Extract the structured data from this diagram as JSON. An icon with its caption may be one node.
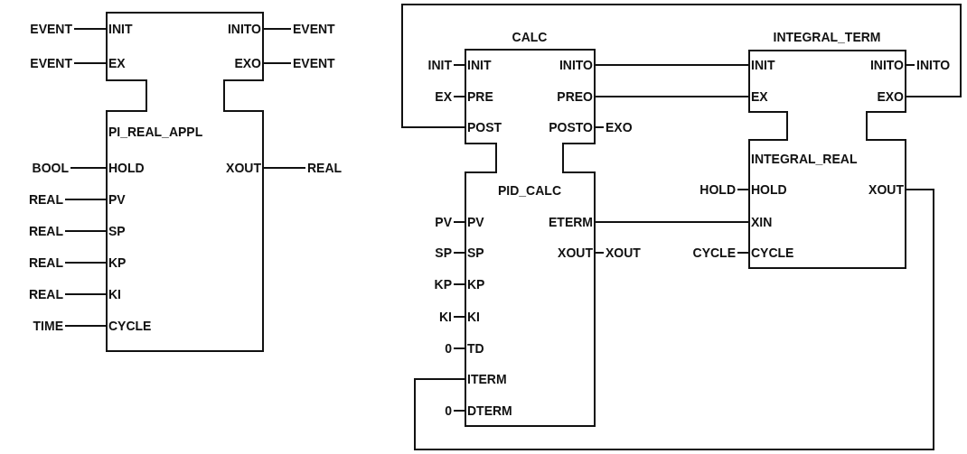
{
  "diagram": {
    "nodes": [
      {
        "text": [
          "PI_REAL_APPL"
        ]
      },
      {
        "text": [
          "INIT"
        ],
        "in": 0
      },
      {
        "text": [
          "INITO"
        ],
        "in": 0
      },
      {
        "text": [
          "EX"
        ],
        "in": 0
      },
      {
        "text": [
          "EXO"
        ],
        "in": 0
      },
      {
        "text": [
          "HOLD"
        ],
        "in": 0
      },
      {
        "text": [
          "XOUT"
        ],
        "in": 0
      },
      {
        "text": [
          "PV"
        ],
        "in": 0
      },
      {
        "text": [
          "SP"
        ],
        "in": 0
      },
      {
        "text": [
          "KP"
        ],
        "in": 0
      },
      {
        "text": [
          "KI"
        ],
        "in": 0
      },
      {
        "text": [
          "CYCLE"
        ],
        "in": 0
      },
      {
        "text": [
          "EVENT"
        ]
      },
      {
        "text": [
          "EVENT"
        ]
      },
      {
        "text": [
          "EVENT"
        ]
      },
      {
        "text": [
          "EVENT"
        ]
      },
      {
        "text": [
          "BOOL"
        ]
      },
      {
        "text": [
          "REAL"
        ]
      },
      {
        "text": [
          "REAL"
        ]
      },
      {
        "text": [
          "REAL"
        ]
      },
      {
        "text": [
          "REAL"
        ]
      },
      {
        "text": [
          "REAL"
        ]
      },
      {
        "text": [
          "TIME"
        ]
      },
      {
        "text": [
          "PID_CALC"
        ],
        "beside": [
          "CALC"
        ]
      },
      {
        "text": [
          "INIT"
        ],
        "in": 23
      },
      {
        "text": [
          "INITO"
        ],
        "in": 23
      },
      {
        "text": [
          "PRE"
        ],
        "in": 23
      },
      {
        "text": [
          "PREO"
        ],
        "in": 23
      },
      {
        "text": [
          "POST"
        ],
        "in": 23
      },
      {
        "text": [
          "POSTO"
        ],
        "in": 23
      },
      {
        "text": [
          "PV"
        ],
        "in": 23
      },
      {
        "text": [
          "ETERM"
        ],
        "in": 23
      },
      {
        "text": [
          "SP"
        ],
        "in": 23
      },
      {
        "text": [
          "XOUT"
        ],
        "in": 23
      },
      {
        "text": [
          "KP"
        ],
        "in": 23
      },
      {
        "text": [
          "KI"
        ],
        "in": 23
      },
      {
        "text": [
          "TD"
        ],
        "in": 23
      },
      {
        "text": [
          "ITERM"
        ],
        "in": 23
      },
      {
        "text": [
          "DTERM"
        ],
        "in": 23
      },
      {
        "text": [
          "INIT"
        ]
      },
      {
        "text": [
          "EX"
        ]
      },
      {
        "text": [
          "EXO"
        ]
      },
      {
        "text": [
          "PV"
        ]
      },
      {
        "text": [
          "SP"
        ]
      },
      {
        "text": [
          "XOUT"
        ]
      },
      {
        "text": [
          "KP"
        ]
      },
      {
        "text": [
          "KI"
        ]
      },
      {
        "text": [
          "0"
        ]
      },
      {
        "text": [
          "0"
        ]
      },
      {
        "text": [
          "INTEGRAL_REAL"
        ],
        "beside": [
          "INTEGRAL_TERM"
        ]
      },
      {
        "text": [
          "INIT"
        ],
        "in": 49
      },
      {
        "text": [
          "INITO"
        ],
        "in": 49
      },
      {
        "text": [
          "EX"
        ],
        "in": 49
      },
      {
        "text": [
          "EXO"
        ],
        "in": 49
      },
      {
        "text": [
          "HOLD"
        ],
        "in": 49
      },
      {
        "text": [
          "XOUT"
        ],
        "in": 49
      },
      {
        "text": [
          "XIN"
        ],
        "in": 49
      },
      {
        "text": [
          "CYCLE"
        ],
        "in": 49
      },
      {
        "text": [
          "INITO"
        ]
      },
      {
        "text": [
          "HOLD"
        ]
      },
      {
        "text": [
          "CYCLE"
        ]
      }
    ],
    "edges": [
      {
        "from": 12,
        "to": 1,
        "arrow": "none"
      },
      {
        "from": 2,
        "to": 13,
        "arrow": "none"
      },
      {
        "from": 14,
        "to": 3,
        "arrow": "none"
      },
      {
        "from": 4,
        "to": 15,
        "arrow": "none"
      },
      {
        "from": 16,
        "to": 5,
        "arrow": "none"
      },
      {
        "from": 6,
        "to": 17,
        "arrow": "none"
      },
      {
        "from": 18,
        "to": 7,
        "arrow": "none"
      },
      {
        "from": 19,
        "to": 8,
        "arrow": "none"
      },
      {
        "from": 20,
        "to": 9,
        "arrow": "none"
      },
      {
        "from": 21,
        "to": 10,
        "arrow": "none"
      },
      {
        "from": 22,
        "to": 11,
        "arrow": "none"
      },
      {
        "from": 39,
        "to": 24,
        "arrow": "none"
      },
      {
        "from": 40,
        "to": 26,
        "arrow": "none"
      },
      {
        "from": 29,
        "to": 41,
        "arrow": "none"
      },
      {
        "from": 42,
        "to": 30,
        "arrow": "none"
      },
      {
        "from": 43,
        "to": 32,
        "arrow": "none"
      },
      {
        "from": 33,
        "to": 44,
        "arrow": "none"
      },
      {
        "from": 45,
        "to": 34,
        "arrow": "none"
      },
      {
        "from": 46,
        "to": 35,
        "arrow": "none"
      },
      {
        "from": 47,
        "to": 36,
        "arrow": "none"
      },
      {
        "from": 48,
        "to": 38,
        "arrow": "none"
      },
      {
        "from": 25,
        "to": 50,
        "arrow": "none"
      },
      {
        "from": 27,
        "to": 52,
        "arrow": "none"
      },
      {
        "from": 53,
        "to": 28,
        "arrow": "none"
      },
      {
        "from": 31,
        "to": 56,
        "arrow": "none"
      },
      {
        "from": 55,
        "to": 37,
        "arrow": "none"
      },
      {
        "from": 51,
        "to": 58,
        "arrow": "none"
      },
      {
        "from": 59,
        "to": 54,
        "arrow": "none"
      },
      {
        "from": 60,
        "to": 57,
        "arrow": "none"
      }
    ]
  }
}
